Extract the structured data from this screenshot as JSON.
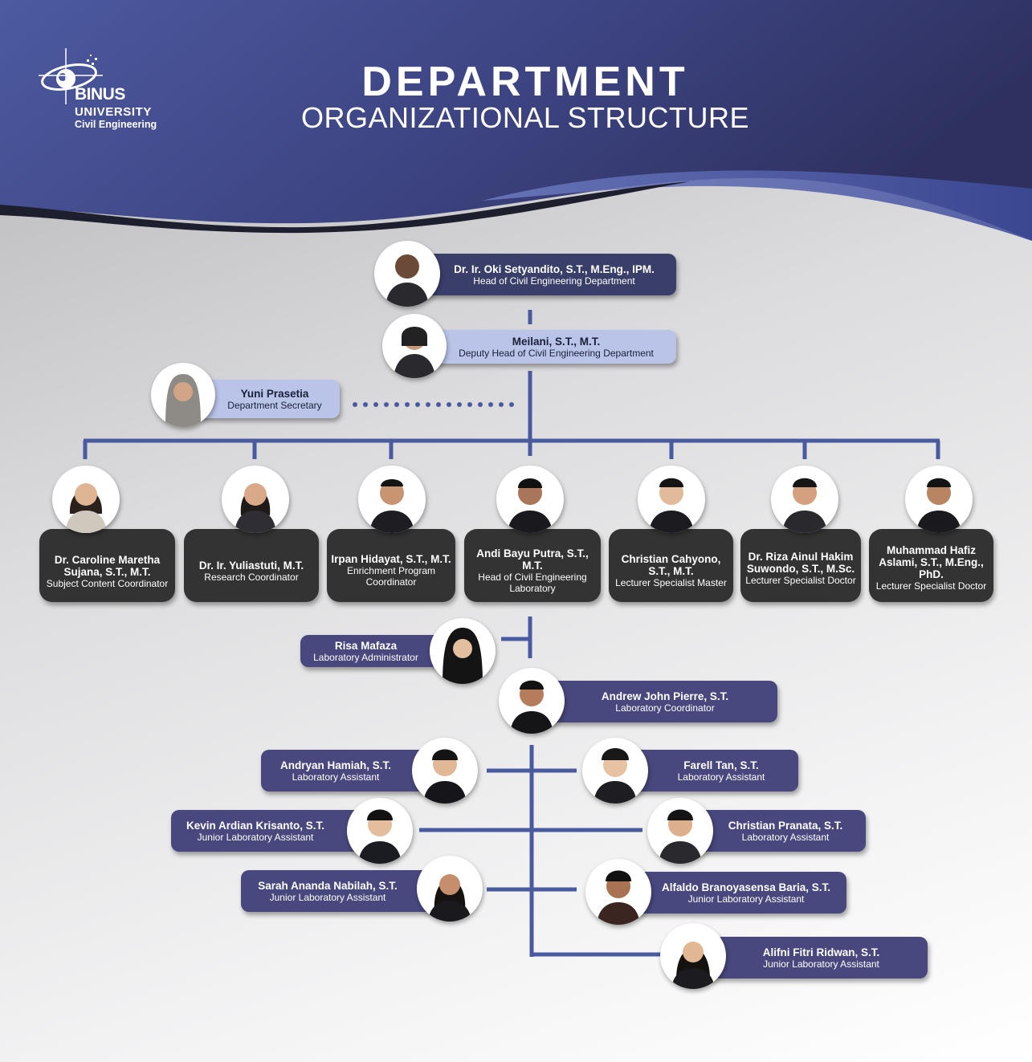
{
  "header": {
    "title": "DEPARTMENT",
    "subtitle": "ORGANIZATIONAL STRUCTURE",
    "logo": {
      "brand": "BINUS",
      "university": "UNIVERSITY",
      "department": "Civil Engineering"
    }
  },
  "colors": {
    "header_blue": "#3f4a8a",
    "navy_card": "#48487e",
    "light_card": "#b9c4e8",
    "dark_card": "#333333",
    "connector": "#4a5a9e"
  },
  "people": {
    "head": {
      "name": "Dr. Ir. Oki Setyandito, S.T., M.Eng., IPM.",
      "role": "Head of Civil Engineering Department"
    },
    "deputy": {
      "name": "Meilani, S.T., M.T.",
      "role": "Deputy Head of Civil Engineering Department"
    },
    "secretary": {
      "name": "Yuni Prasetia",
      "role": "Department Secretary"
    },
    "coordinators": [
      {
        "name": "Dr. Caroline Maretha Sujana, S.T., M.T.",
        "role": "Subject Content Coordinator"
      },
      {
        "name": "Dr. Ir. Yuliastuti, M.T.",
        "role": "Research Coordinator"
      },
      {
        "name": "Irpan Hidayat, S.T., M.T.",
        "role": "Enrichment Program Coordinator"
      },
      {
        "name": "Andi Bayu Putra, S.T., M.T.",
        "role": "Head of Civil Engineering Laboratory"
      },
      {
        "name": "Christian Cahyono, S.T., M.T.",
        "role": "Lecturer Specialist Master"
      },
      {
        "name": "Dr. Riza Ainul Hakim Suwondo, S.T., M.Sc.",
        "role": "Lecturer Specialist Doctor"
      },
      {
        "name": "Muhammad Hafiz Aslami, S.T., M.Eng., PhD.",
        "role": "Lecturer Specialist Doctor"
      }
    ],
    "lab_admin": {
      "name": "Risa Mafaza",
      "role": "Laboratory Administrator"
    },
    "lab_coordinator": {
      "name": "Andrew John Pierre, S.T.",
      "role": "Laboratory Coordinator"
    },
    "assistants_left": [
      {
        "name": "Andryan Hamiah, S.T.",
        "role": "Laboratory Assistant"
      },
      {
        "name": "Kevin Ardian Krisanto, S.T.",
        "role": "Junior Laboratory Assistant"
      },
      {
        "name": "Sarah Ananda Nabilah, S.T.",
        "role": "Junior Laboratory Assistant"
      }
    ],
    "assistants_right": [
      {
        "name": "Farell Tan, S.T.",
        "role": "Laboratory Assistant"
      },
      {
        "name": "Christian Pranata, S.T.",
        "role": "Laboratory Assistant"
      },
      {
        "name": "Alfaldo Branoyasensa Baria, S.T.",
        "role": "Junior Laboratory Assistant"
      },
      {
        "name": "Alifni Fitri Ridwan, S.T.",
        "role": "Junior Laboratory Assistant"
      }
    ]
  }
}
